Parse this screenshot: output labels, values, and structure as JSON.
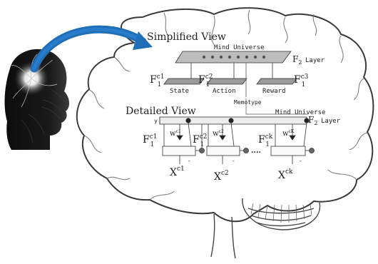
{
  "simplified": {
    "title": "Simplified View",
    "mind_universe": "Mind Universe",
    "f2_layer": "Layer",
    "fields": [
      {
        "sup": "c1",
        "label": "State"
      },
      {
        "sup": "c2",
        "label": "Action"
      },
      {
        "sup": "c3",
        "label": "Reward"
      }
    ],
    "memotype": "Memotype"
  },
  "detailed": {
    "title": "Detailed View",
    "mind_universe": "Mind Universe",
    "f2_layer": "Layer",
    "y_label": "y",
    "channels": [
      {
        "f_sup": "c1",
        "w_sup": "c1",
        "x_sup": "c1"
      },
      {
        "f_sup": "c2",
        "w_sup": "c2",
        "x_sup": "c2"
      },
      {
        "f_sup": "ck",
        "w_sup": "cK",
        "x_sup": "ck"
      }
    ],
    "dots": "....",
    "minus": "-"
  },
  "colors": {
    "arrow": "#1f6fb8",
    "brain_line": "#3a3a3a",
    "layer_fill": "#bdbdbd"
  }
}
